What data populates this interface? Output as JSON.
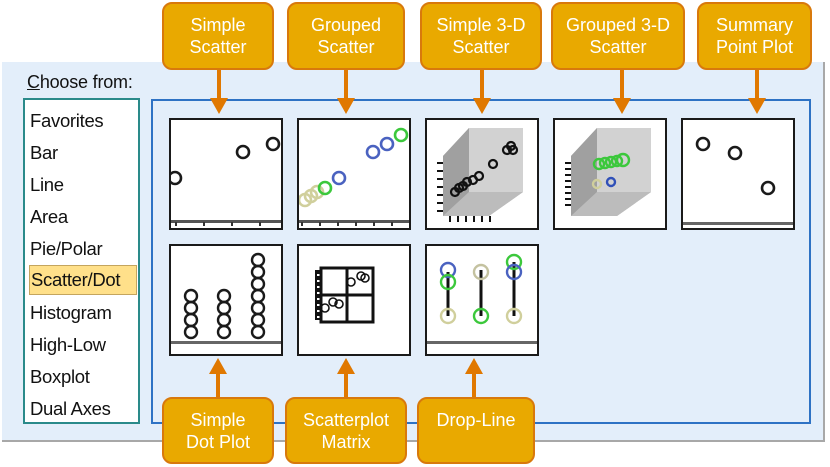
{
  "dialog": {
    "choose_label_mnemonic": "C",
    "choose_label_rest": "hoose from:"
  },
  "gallery_categories": [
    {
      "label": "Favorites",
      "selected": false
    },
    {
      "label": "Bar",
      "selected": false
    },
    {
      "label": "Line",
      "selected": false
    },
    {
      "label": "Area",
      "selected": false
    },
    {
      "label": "Pie/Polar",
      "selected": false
    },
    {
      "label": "Scatter/Dot",
      "selected": true
    },
    {
      "label": "Histogram",
      "selected": false
    },
    {
      "label": "High-Low",
      "selected": false
    },
    {
      "label": "Boxplot",
      "selected": false
    },
    {
      "label": "Dual Axes",
      "selected": false
    }
  ],
  "chart_types": [
    {
      "id": "simple-scatter",
      "icon": "simple-scatter-icon",
      "line1": "Simple",
      "line2": "Scatter"
    },
    {
      "id": "grouped-scatter",
      "icon": "grouped-scatter-icon",
      "line1": "Grouped",
      "line2": "Scatter"
    },
    {
      "id": "simple-3d-scatter",
      "icon": "simple-3d-scatter-icon",
      "line1": "Simple 3-D",
      "line2": "Scatter"
    },
    {
      "id": "grouped-3d-scatter",
      "icon": "grouped-3d-scatter-icon",
      "line1": "Grouped 3-D",
      "line2": "Scatter"
    },
    {
      "id": "summary-point-plot",
      "icon": "summary-point-plot-icon",
      "line1": "Summary",
      "line2": "Point Plot"
    },
    {
      "id": "simple-dot-plot",
      "icon": "simple-dot-plot-icon",
      "line1": "Simple",
      "line2": "Dot Plot"
    },
    {
      "id": "scatterplot-matrix",
      "icon": "scatterplot-matrix-icon",
      "line1": "Scatterplot",
      "line2": "Matrix"
    },
    {
      "id": "drop-line",
      "icon": "drop-line-icon",
      "line1": "Drop-Line",
      "line2": ""
    }
  ],
  "colors": {
    "callout_fill": "#e9a900",
    "callout_border": "#d8790c",
    "arrow": "#e07800",
    "selection_fill": "#ffe08a",
    "panel_bg": "#e3eefa",
    "gallery_border": "#2e72c4",
    "listbox_border": "#2a8a8a",
    "group_green": "#3cc83c",
    "group_blue": "#4a62c0",
    "group_tan": "#cfcf9a"
  }
}
